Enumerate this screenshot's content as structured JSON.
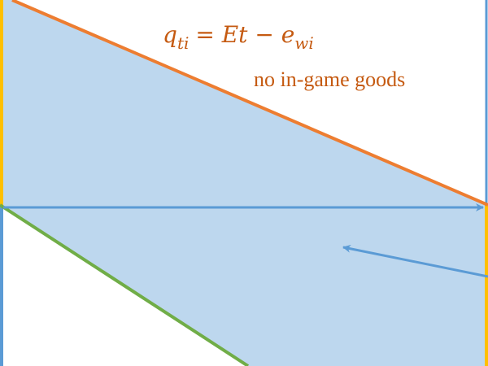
{
  "equation": {
    "var": "q",
    "var_sub": "ti",
    "rhs_main": "= Et − e",
    "rhs_sub": "wi"
  },
  "annotation": "no in-game goods",
  "colors": {
    "region_fill": "#bdd7ee",
    "orange_line": "#ed7d31",
    "green_line": "#70ad47",
    "blue_arrow": "#5b9bd5",
    "left_axis_top": "#ffc000",
    "left_axis_bottom": "#5b9bd5",
    "right_edge_top": "#5b9bd5",
    "right_edge_bottom": "#ffc000",
    "text": "#c55a11"
  }
}
